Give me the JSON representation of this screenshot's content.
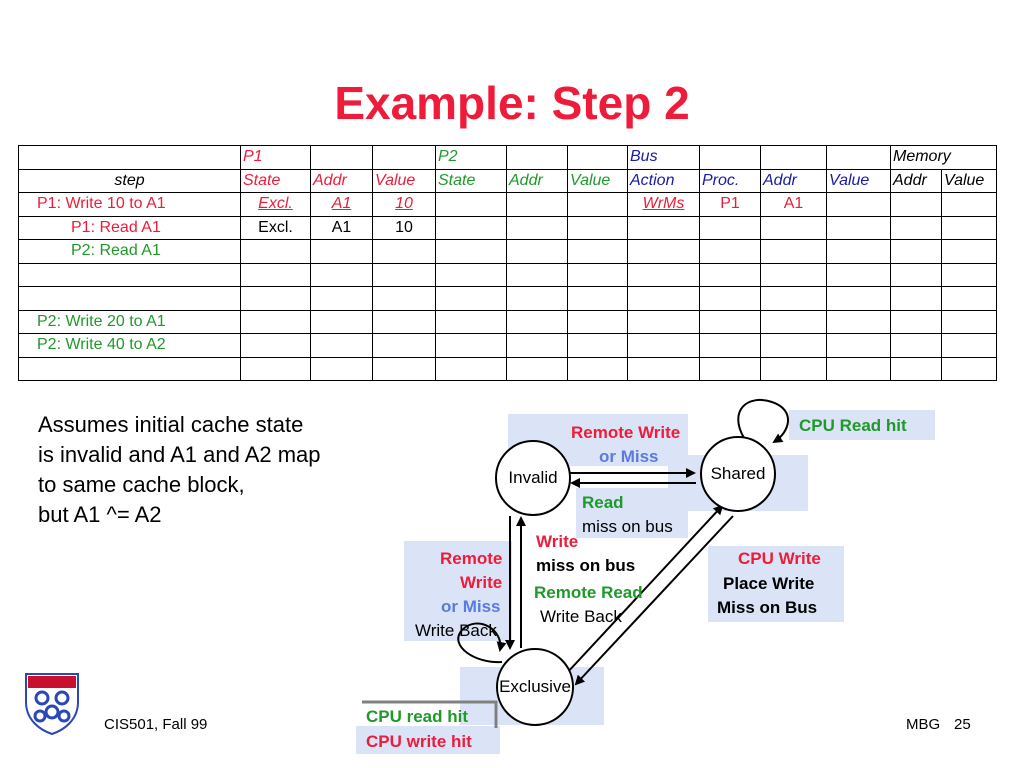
{
  "slide": {
    "title": "Example: Step 2",
    "footer_left": "CIS501, Fall 99",
    "footer_right": "MBG",
    "page_number": "25"
  },
  "table": {
    "group_row": [
      "",
      "P1",
      "",
      "",
      "P2",
      "",
      "",
      "Bus",
      "",
      "",
      "",
      "Memory",
      ""
    ],
    "header_row": [
      "step",
      "State",
      "Addr",
      "Value",
      "State",
      "Addr",
      "Value",
      "Action",
      "Proc.",
      "Addr",
      "Value",
      "Addr",
      "Value"
    ],
    "rows": [
      [
        "P1: Write 10 to A1",
        "Excl.",
        "A1",
        "10",
        "",
        "",
        "",
        "WrMs",
        "P1",
        "A1",
        "",
        "",
        ""
      ],
      [
        "P1: Read A1",
        "Excl.",
        "A1",
        "10",
        "",
        "",
        "",
        "",
        "",
        "",
        "",
        "",
        ""
      ],
      [
        "P2: Read A1",
        "",
        "",
        "",
        "",
        "",
        "",
        "",
        "",
        "",
        "",
        "",
        ""
      ],
      [
        "",
        "",
        "",
        "",
        "",
        "",
        "",
        "",
        "",
        "",
        "",
        "",
        ""
      ],
      [
        "",
        "",
        "",
        "",
        "",
        "",
        "",
        "",
        "",
        "",
        "",
        "",
        ""
      ],
      [
        "P2: Write 20 to A1",
        "",
        "",
        "",
        "",
        "",
        "",
        "",
        "",
        "",
        "",
        "",
        ""
      ],
      [
        "P2: Write 40 to A2",
        "",
        "",
        "",
        "",
        "",
        "",
        "",
        "",
        "",
        "",
        "",
        ""
      ],
      [
        "",
        "",
        "",
        "",
        "",
        "",
        "",
        "",
        "",
        "",
        "",
        "",
        ""
      ]
    ]
  },
  "assumption": [
    "Assumes initial cache state",
    "is invalid and A1 and A2 map",
    "to same cache block,",
    "but A1 ^=  A2"
  ],
  "diagram": {
    "states": {
      "invalid": "Invalid",
      "shared": "Shared",
      "exclusive": "Exclusive"
    },
    "remote_write_top": "Remote Write",
    "or_miss_top": "or Miss",
    "cpu_read_hit_top": "CPU Read hit",
    "read_label": "Read",
    "miss_on_bus_read": "miss on bus",
    "write_label": "Write",
    "miss_on_bus_write": "miss on bus",
    "remote_read": "Remote Read",
    "write_back_mid": "Write Back",
    "remote_left": "Remote",
    "write_left": "Write",
    "or_miss_left": "or Miss",
    "write_back_left": "Write Back",
    "cpu_write": "CPU Write",
    "place_write": "Place Write",
    "miss_on_bus_cpu": "Miss on Bus",
    "cpu_read_hit_bottom": "CPU read hit",
    "cpu_write_hit_bottom": "CPU write hit"
  },
  "colors": {
    "title": "#ee1c3a",
    "p1_text": "#ee1c3a",
    "p2_text": "#1f9a2a",
    "bus_text": "#1a1aa8",
    "label_box": "#dbe3f7"
  }
}
